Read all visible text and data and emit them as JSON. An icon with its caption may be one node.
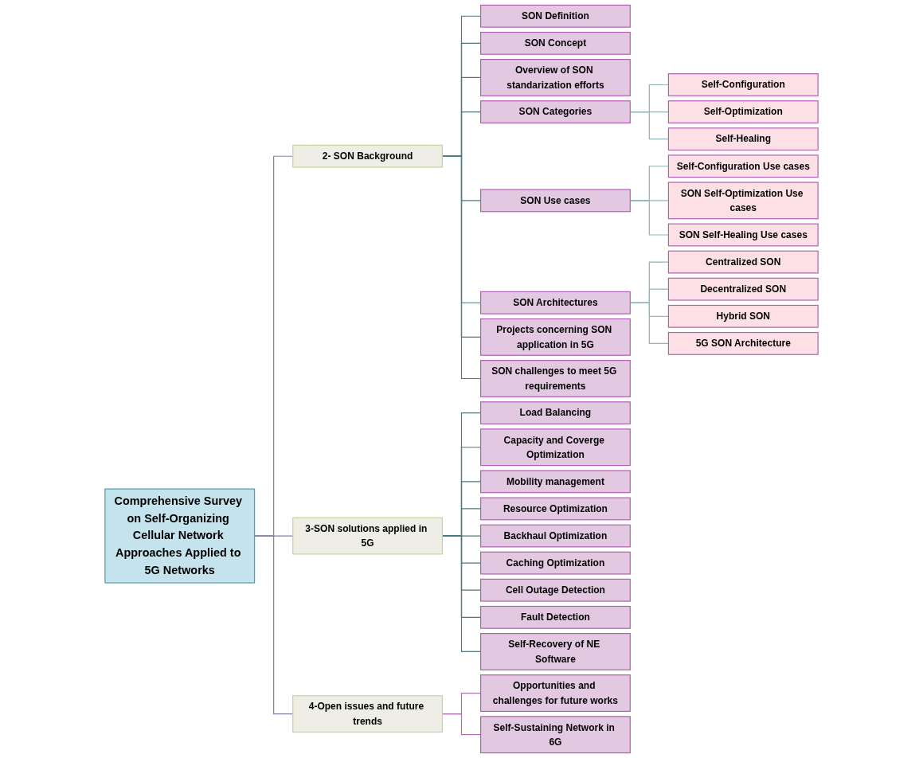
{
  "diagram": {
    "nodes": [
      {
        "text": [
          "Comprehensive Survey on Self-Organizing Cellular Network Approaches Applied to 5G Networks"
        ]
      },
      {
        "text": [
          "2- SON Background"
        ]
      },
      {
        "text": [
          "3-SON solutions applied in 5G"
        ]
      },
      {
        "text": [
          "4-Open issues and future trends"
        ]
      },
      {
        "text": [
          "SON Definition"
        ]
      },
      {
        "text": [
          "SON Concept"
        ]
      },
      {
        "text": [
          "Overview of SON standarization efforts"
        ]
      },
      {
        "text": [
          "SON Categories"
        ]
      },
      {
        "text": [
          "Self-Configuration"
        ]
      },
      {
        "text": [
          "Self-Optimization"
        ]
      },
      {
        "text": [
          "Self-Healing"
        ]
      },
      {
        "text": [
          "SON Use cases"
        ]
      },
      {
        "text": [
          "Self-Configuration Use cases"
        ]
      },
      {
        "text": [
          "SON Self-Optimization Use cases"
        ]
      },
      {
        "text": [
          "SON Self-Healing Use cases"
        ]
      },
      {
        "text": [
          "SON Architectures"
        ]
      },
      {
        "text": [
          "Centralized SON"
        ]
      },
      {
        "text": [
          "Decentralized SON"
        ]
      },
      {
        "text": [
          "Hybrid SON"
        ]
      },
      {
        "text": [
          "5G SON Architecture"
        ]
      },
      {
        "text": [
          "Projects concerning SON application in 5G"
        ]
      },
      {
        "text": [
          "SON challenges to meet 5G requirements"
        ]
      },
      {
        "text": [
          "Load Balancing"
        ]
      },
      {
        "text": [
          "Capacity and Coverge Optimization"
        ]
      },
      {
        "text": [
          "Mobility management"
        ]
      },
      {
        "text": [
          "Resource Optimization"
        ]
      },
      {
        "text": [
          "Backhaul Optimization"
        ]
      },
      {
        "text": [
          "Caching Optimization"
        ]
      },
      {
        "text": [
          "Cell Outage Detection"
        ]
      },
      {
        "text": [
          "Fault Detection"
        ]
      },
      {
        "text": [
          "Self-Recovery of NE Software"
        ]
      },
      {
        "text": [
          "Opportunities and challenges for future works"
        ]
      },
      {
        "text": [
          "Self-Sustaining Network in 6G"
        ]
      }
    ],
    "edges": [
      {
        "from": 0,
        "to": 1,
        "arrow": "none",
        "color": "#8080a0"
      },
      {
        "from": 0,
        "to": 2,
        "arrow": "none",
        "color": "#8080a0"
      },
      {
        "from": 0,
        "to": 3,
        "arrow": "none",
        "color": "#8080a0"
      },
      {
        "from": 1,
        "to": 4,
        "arrow": "none"
      },
      {
        "from": 1,
        "to": 5,
        "arrow": "none"
      },
      {
        "from": 1,
        "to": 6,
        "arrow": "none"
      },
      {
        "from": 1,
        "to": 7,
        "arrow": "none"
      },
      {
        "from": 7,
        "to": 8,
        "arrow": "none",
        "color": "#8fb5b5"
      },
      {
        "from": 7,
        "to": 9,
        "arrow": "none",
        "color": "#8fb5b5"
      },
      {
        "from": 7,
        "to": 10,
        "arrow": "none",
        "color": "#8fb5b5"
      },
      {
        "from": 1,
        "to": 11,
        "arrow": "none"
      },
      {
        "from": 11,
        "to": 12,
        "arrow": "none",
        "color": "#8fb5b5"
      },
      {
        "from": 11,
        "to": 13,
        "arrow": "none",
        "color": "#8fb5b5"
      },
      {
        "from": 11,
        "to": 14,
        "arrow": "none",
        "color": "#8fb5b5"
      },
      {
        "from": 1,
        "to": 15,
        "arrow": "none"
      },
      {
        "from": 15,
        "to": 16,
        "arrow": "none",
        "color": "#8fb5b5"
      },
      {
        "from": 15,
        "to": 17,
        "arrow": "none",
        "color": "#8fb5b5"
      },
      {
        "from": 15,
        "to": 18,
        "arrow": "none",
        "color": "#8fb5b5"
      },
      {
        "from": 15,
        "to": 19,
        "arrow": "none",
        "color": "#8fb5b5"
      },
      {
        "from": 1,
        "to": 20,
        "arrow": "none"
      },
      {
        "from": 1,
        "to": 21,
        "arrow": "none"
      },
      {
        "from": 2,
        "to": 22,
        "arrow": "none"
      },
      {
        "from": 2,
        "to": 23,
        "arrow": "none"
      },
      {
        "from": 2,
        "to": 24,
        "arrow": "none"
      },
      {
        "from": 2,
        "to": 25,
        "arrow": "none"
      },
      {
        "from": 2,
        "to": 26,
        "arrow": "none"
      },
      {
        "from": 2,
        "to": 27,
        "arrow": "none"
      },
      {
        "from": 2,
        "to": 28,
        "arrow": "none"
      },
      {
        "from": 2,
        "to": 29,
        "arrow": "none"
      },
      {
        "from": 2,
        "to": 30,
        "arrow": "none"
      },
      {
        "from": 3,
        "to": 31,
        "arrow": "none",
        "color": "#b070b0"
      },
      {
        "from": 3,
        "to": 32,
        "arrow": "none",
        "color": "#b070b0"
      }
    ]
  }
}
